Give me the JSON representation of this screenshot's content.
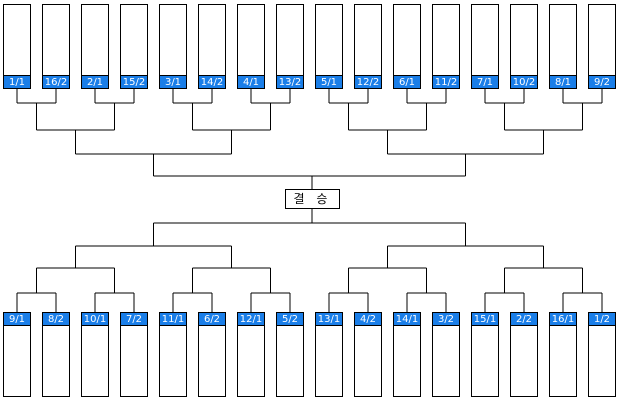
{
  "final_label": "결 승",
  "top_seeds": [
    "1/1",
    "16/2",
    "2/1",
    "15/2",
    "3/1",
    "14/2",
    "4/1",
    "13/2",
    "5/1",
    "12/2",
    "6/1",
    "11/2",
    "7/1",
    "10/2",
    "8/1",
    "9/2"
  ],
  "bottom_seeds": [
    "9/1",
    "8/2",
    "10/1",
    "7/2",
    "11/1",
    "6/2",
    "12/1",
    "5/2",
    "13/1",
    "4/2",
    "14/1",
    "3/2",
    "15/1",
    "2/2",
    "16/1",
    "1/2"
  ],
  "colors": {
    "seed_bg": "#1a7ee8",
    "seed_text": "#ffffff",
    "line": "#000000"
  }
}
